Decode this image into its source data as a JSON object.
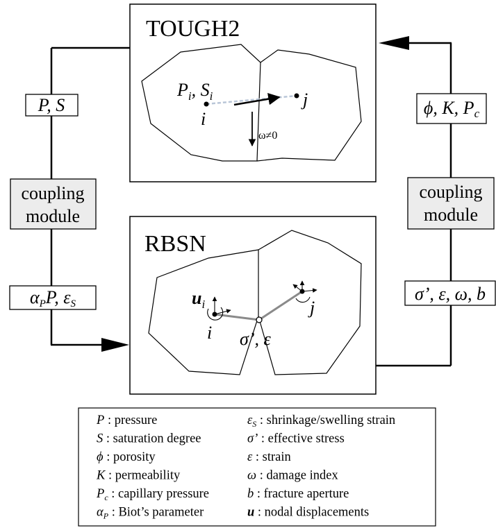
{
  "top_box": {
    "title": "TOUGH2",
    "node_i": "i",
    "node_j": "j",
    "state": "P",
    "state_sub_1": "i",
    "state_sep": ", S",
    "state_sub_2": "i",
    "omega": "ω≠0"
  },
  "bottom_box": {
    "title": "RBSN",
    "node_i": "i",
    "node_j": "j",
    "disp": "u",
    "disp_sub": "i",
    "stress_strain": "σ’, ε"
  },
  "left_path": {
    "top_label": "P, S",
    "coupling": [
      "coupling",
      "module"
    ],
    "bottom_label_a": "α",
    "bottom_label_a_sub": "P",
    "bottom_label_b": "P, ε",
    "bottom_label_b_sub": "S"
  },
  "right_path": {
    "top_label_a": "ϕ, K, P",
    "top_label_a_sub": "c",
    "coupling": [
      "coupling",
      "module"
    ],
    "bottom_label": "σ’, ε, ω, b"
  },
  "legend": {
    "left": [
      {
        "sym": "P",
        "sub": "",
        "desc": " : pressure"
      },
      {
        "sym": "S",
        "sub": "",
        "desc": " : saturation degree"
      },
      {
        "sym": "ϕ",
        "sub": "",
        "desc": " : porosity"
      },
      {
        "sym": "K",
        "sub": "",
        "desc": " : permeability"
      },
      {
        "sym": "P",
        "sub": "c",
        "desc": " : capillary pressure"
      },
      {
        "sym": "α",
        "sub": "P",
        "desc": " : Biot’s parameter"
      }
    ],
    "right": [
      {
        "sym": "ε",
        "sub": "S",
        "desc": " : shrinkage/swelling strain"
      },
      {
        "sym": "σ’",
        "sub": "",
        "desc": " : effective stress"
      },
      {
        "sym": "ε",
        "sub": "",
        "desc": " : strain"
      },
      {
        "sym": "ω",
        "sub": "",
        "desc": " : damage index"
      },
      {
        "sym": "b",
        "sub": "",
        "desc": " : fracture aperture"
      },
      {
        "sym": "u",
        "sub": "",
        "desc": " : nodal displacements"
      }
    ]
  },
  "colors": {
    "line": "#000000",
    "module_fill": "#ececec",
    "dashed_link": "#b9c6d8",
    "element_link": "#8a8a8a"
  }
}
